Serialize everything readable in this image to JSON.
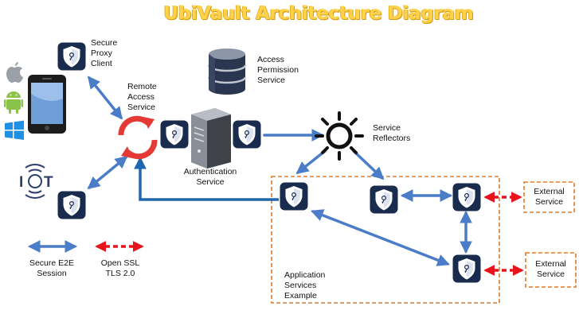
{
  "title": "UbiVault Architecture Diagram",
  "labels": {
    "secure_proxy_client": "Secure\nProxy\nClient",
    "remote_access_service": "Remote\nAccess\nService",
    "access_permission_service": "Access\nPermission\nService",
    "authentication_service": "Authentication\nService",
    "service_reflectors": "Service\nReflectors",
    "application_services_example": "Application\nServices\nExample",
    "external_service_1": "External\nService",
    "external_service_2": "External\nService",
    "iot": "IOT"
  },
  "legend": {
    "secure_e2e": "Secure E2E\nSession",
    "open_ssl": "Open SSL\nTLS 2.0"
  },
  "colors": {
    "link_blue": "#4a7cc7",
    "dark_blue": "#1f68b0",
    "dashed_red": "#e8141c",
    "dashed_orange": "#e07a2a",
    "shield_navy": "#1a2c4e",
    "title_yellow": "#ffd24a"
  },
  "icons": [
    "shield-icon",
    "database-icon",
    "server-icon",
    "sun-reflector-icon",
    "refresh-cycle-icon",
    "smartphone-icon",
    "apple-icon",
    "android-icon",
    "windows-icon",
    "iot-icon"
  ]
}
